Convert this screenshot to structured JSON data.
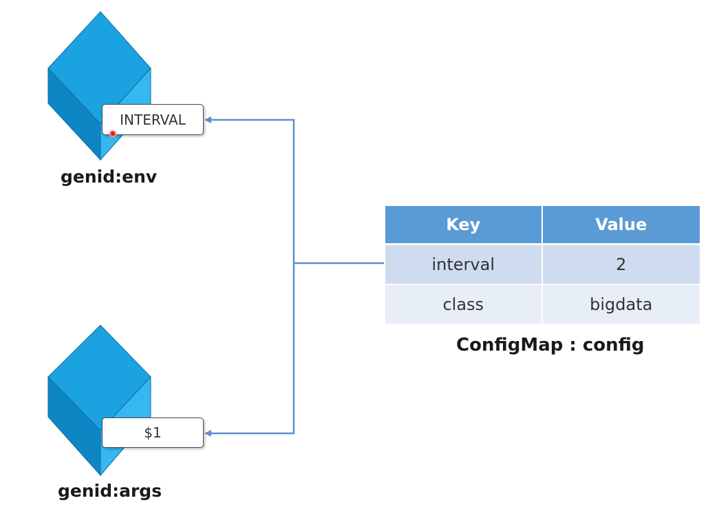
{
  "containers": [
    {
      "name": "genid:env",
      "label": "INTERVAL"
    },
    {
      "name": "genid:args",
      "label": "$1"
    }
  ],
  "configmap": {
    "headers": [
      "Key",
      "Value"
    ],
    "rows": [
      [
        "interval",
        "2"
      ],
      [
        "class",
        "bigdata"
      ]
    ],
    "caption": "ConfigMap : config"
  },
  "colors": {
    "cube_top": "#1aa3e0",
    "cube_left": "#0e86c4",
    "cube_right": "#37b7ef",
    "connector": "#5b8fc9",
    "header": "#5b9bd5"
  }
}
